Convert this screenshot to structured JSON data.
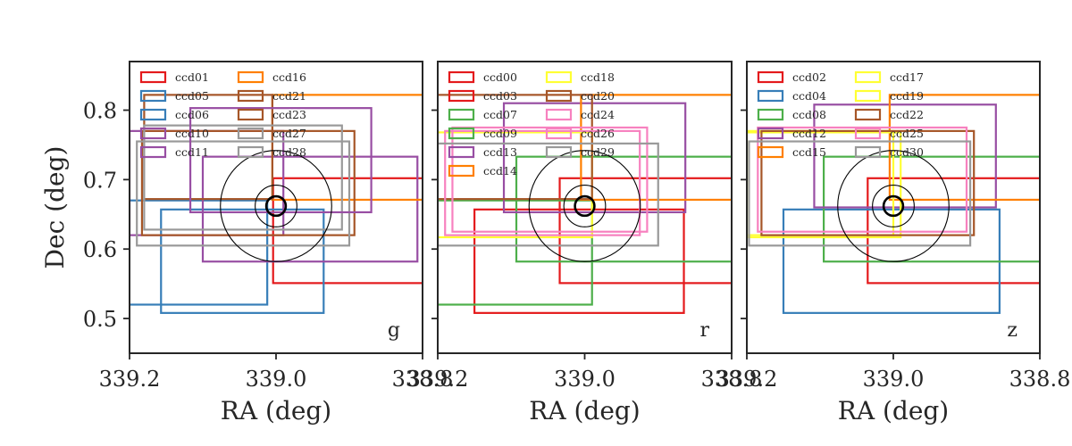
{
  "chart_data": [
    {
      "type": "footprint",
      "band": "g",
      "xlabel": "RA (deg)",
      "ylabel": "Dec (deg)",
      "xlim": [
        339.2,
        338.8
      ],
      "ylim": [
        0.45,
        0.87
      ],
      "xticks": [
        {
          "value": 339.2,
          "label": "339.2"
        },
        {
          "value": 339.0,
          "label": "339.0"
        },
        {
          "value": 338.8,
          "label": "338.8"
        }
      ],
      "yticks": [
        {
          "value": 0.5,
          "label": "0.5"
        },
        {
          "value": 0.6,
          "label": "0.6"
        },
        {
          "value": 0.7,
          "label": "0.7"
        },
        {
          "value": 0.8,
          "label": "0.8"
        }
      ],
      "series": [
        {
          "name": "ccd01",
          "color": "#e41a1c",
          "ra": [
            339.004,
            338.797
          ],
          "dec": [
            0.551,
            0.702
          ]
        },
        {
          "name": "ccd05",
          "color": "#377eb8",
          "ra": [
            339.21,
            339.012
          ],
          "dec": [
            0.52,
            0.67
          ]
        },
        {
          "name": "ccd06",
          "color": "#377eb8",
          "ra": [
            339.157,
            338.935
          ],
          "dec": [
            0.508,
            0.657
          ]
        },
        {
          "name": "ccd10",
          "color": "#984ea3",
          "ra": [
            339.2,
            338.99
          ],
          "dec": [
            0.62,
            0.77
          ]
        },
        {
          "name": "ccd11",
          "color": "#984ea3",
          "ra": [
            339.1,
            338.807
          ],
          "dec": [
            0.582,
            0.733
          ]
        },
        {
          "name": "ccd16",
          "color": "#ff7f00",
          "ra": [
            339.005,
            338.79
          ],
          "dec": [
            0.671,
            0.822
          ]
        },
        {
          "name": "ccd21",
          "color": "#a65628",
          "ra": [
            339.18,
            339.005
          ],
          "dec": [
            0.672,
            0.822
          ]
        },
        {
          "name": "ccd23",
          "color": "#a65628",
          "ra": [
            339.183,
            338.893
          ],
          "dec": [
            0.62,
            0.77
          ]
        },
        {
          "name": "ccd27",
          "color": "#999999",
          "ra": [
            339.19,
            338.9
          ],
          "dec": [
            0.605,
            0.755
          ]
        },
        {
          "name": "ccd28",
          "color": "#999999",
          "ra": [
            339.18,
            338.91
          ],
          "dec": [
            0.628,
            0.778
          ]
        },
        {
          "name": "",
          "color": "#984ea3",
          "ra": [
            339.117,
            338.87
          ],
          "dec": [
            0.653,
            0.803
          ]
        }
      ]
    },
    {
      "type": "footprint",
      "band": "r",
      "xlabel": "RA (deg)",
      "ylabel": "",
      "xlim": [
        339.2,
        338.8
      ],
      "ylim": [
        0.45,
        0.87
      ],
      "xticks": [
        {
          "value": 339.2,
          "label": "339.2"
        },
        {
          "value": 339.0,
          "label": "339.0"
        },
        {
          "value": 338.8,
          "label": "338.8"
        }
      ],
      "yticks": [
        {
          "value": 0.5,
          "label": ""
        },
        {
          "value": 0.6,
          "label": ""
        },
        {
          "value": 0.7,
          "label": ""
        },
        {
          "value": 0.8,
          "label": ""
        }
      ],
      "series": [
        {
          "name": "ccd00",
          "color": "#e41a1c",
          "ra": [
            339.034,
            338.79
          ],
          "dec": [
            0.551,
            0.702
          ]
        },
        {
          "name": "ccd03",
          "color": "#e41a1c",
          "ra": [
            339.15,
            338.865
          ],
          "dec": [
            0.508,
            0.657
          ]
        },
        {
          "name": "ccd07",
          "color": "#4daf4a",
          "ra": [
            339.21,
            338.99
          ],
          "dec": [
            0.52,
            0.67
          ]
        },
        {
          "name": "ccd09",
          "color": "#4daf4a",
          "ra": [
            339.093,
            338.79
          ],
          "dec": [
            0.582,
            0.733
          ]
        },
        {
          "name": "ccd13",
          "color": "#984ea3",
          "ra": [
            339.11,
            338.863
          ],
          "dec": [
            0.653,
            0.81
          ]
        },
        {
          "name": "ccd14",
          "color": "#ff7f00",
          "ra": [
            339.005,
            338.79
          ],
          "dec": [
            0.671,
            0.822
          ]
        },
        {
          "name": "ccd18",
          "color": "#ffff33",
          "ra": [
            339.205,
            338.99
          ],
          "dec": [
            0.617,
            0.768
          ]
        },
        {
          "name": "ccd20",
          "color": "#a65628",
          "ra": [
            339.21,
            338.99
          ],
          "dec": [
            0.672,
            0.822
          ]
        },
        {
          "name": "ccd24",
          "color": "#f781bf",
          "ra": [
            339.18,
            338.915
          ],
          "dec": [
            0.625,
            0.775
          ]
        },
        {
          "name": "ccd26",
          "color": "#f781bf",
          "ra": [
            339.19,
            338.925
          ],
          "dec": [
            0.62,
            0.77
          ]
        },
        {
          "name": "ccd29",
          "color": "#999999",
          "ra": [
            339.2,
            338.9
          ],
          "dec": [
            0.605,
            0.752
          ]
        }
      ]
    },
    {
      "type": "footprint",
      "band": "z",
      "xlabel": "RA (deg)",
      "ylabel": "",
      "xlim": [
        339.2,
        338.8
      ],
      "ylim": [
        0.45,
        0.87
      ],
      "xticks": [
        {
          "value": 339.2,
          "label": "339.2"
        },
        {
          "value": 339.0,
          "label": "339.0"
        },
        {
          "value": 338.8,
          "label": "338.8"
        }
      ],
      "yticks": [
        {
          "value": 0.5,
          "label": ""
        },
        {
          "value": 0.6,
          "label": ""
        },
        {
          "value": 0.7,
          "label": ""
        },
        {
          "value": 0.8,
          "label": ""
        }
      ],
      "series": [
        {
          "name": "ccd02",
          "color": "#e41a1c",
          "ra": [
            339.035,
            338.79
          ],
          "dec": [
            0.551,
            0.702
          ]
        },
        {
          "name": "ccd04",
          "color": "#377eb8",
          "ra": [
            339.15,
            338.855
          ],
          "dec": [
            0.508,
            0.657
          ]
        },
        {
          "name": "ccd08",
          "color": "#4daf4a",
          "ra": [
            339.095,
            338.798
          ],
          "dec": [
            0.582,
            0.733
          ]
        },
        {
          "name": "ccd12",
          "color": "#984ea3",
          "ra": [
            339.108,
            338.86
          ],
          "dec": [
            0.66,
            0.808
          ]
        },
        {
          "name": "ccd15",
          "color": "#ff7f00",
          "ra": [
            339.005,
            338.79
          ],
          "dec": [
            0.671,
            0.822
          ]
        },
        {
          "name": "ccd17",
          "color": "#ffff33",
          "ra": [
            339.21,
            338.99
          ],
          "dec": [
            0.617,
            0.768
          ]
        },
        {
          "name": "ccd19",
          "color": "#ffff33",
          "ra": [
            339.2,
            339.0
          ],
          "dec": [
            0.62,
            0.77
          ]
        },
        {
          "name": "ccd22",
          "color": "#a65628",
          "ra": [
            339.18,
            338.89
          ],
          "dec": [
            0.62,
            0.77
          ]
        },
        {
          "name": "ccd25",
          "color": "#f781bf",
          "ra": [
            339.185,
            338.9
          ],
          "dec": [
            0.625,
            0.775
          ]
        },
        {
          "name": "ccd30",
          "color": "#999999",
          "ra": [
            339.197,
            338.895
          ],
          "dec": [
            0.605,
            0.755
          ]
        }
      ]
    }
  ],
  "target": {
    "center_ra": 339.0,
    "center_dec": 0.662,
    "radii_deg": [
      0.014,
      0.03,
      0.08
    ]
  }
}
